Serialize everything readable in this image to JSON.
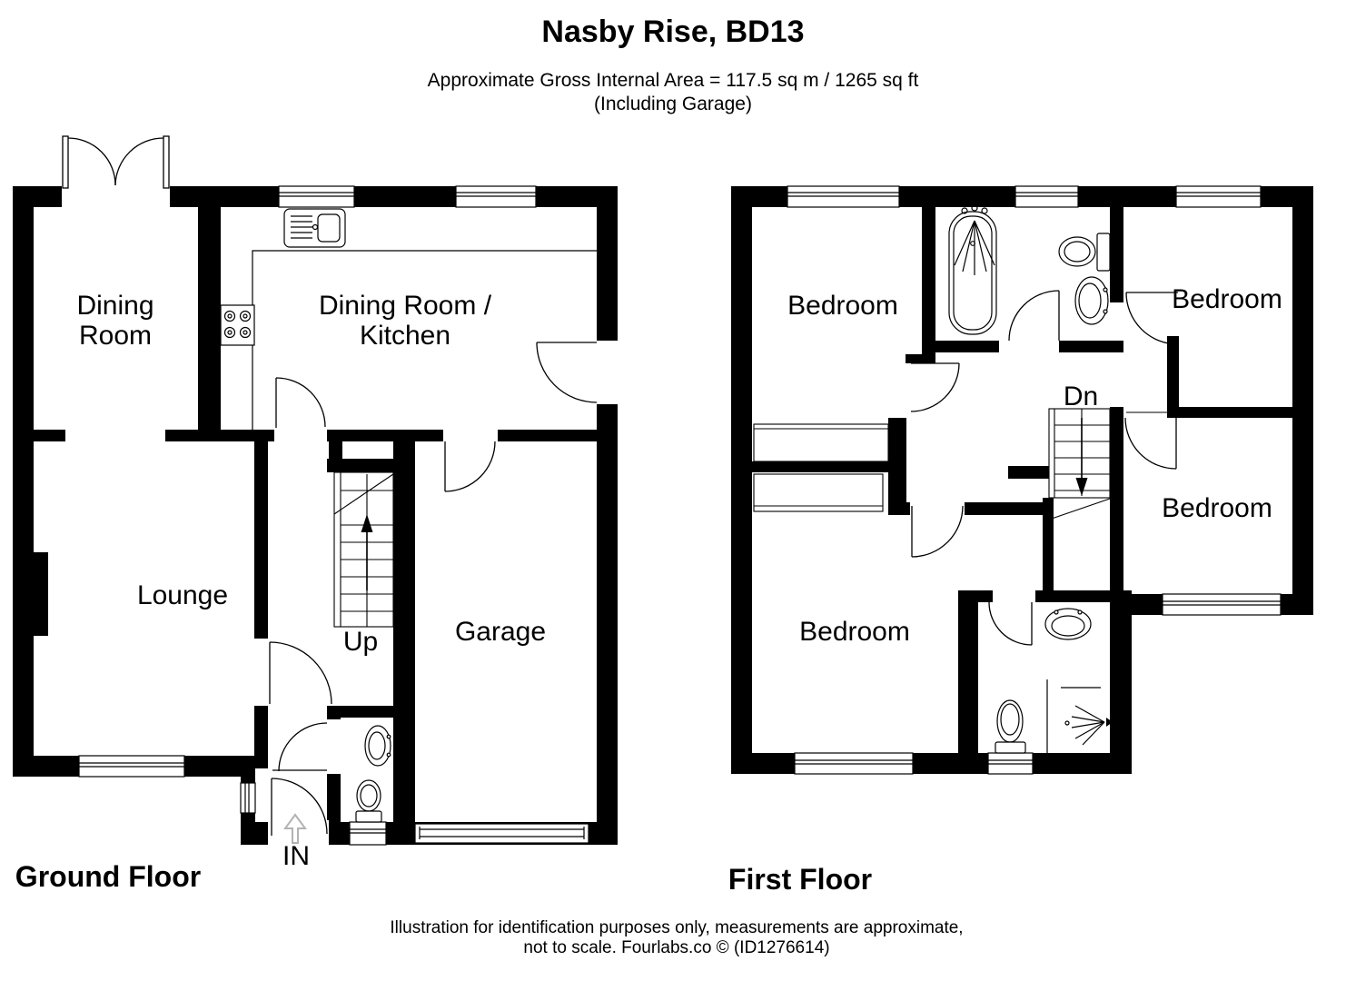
{
  "title": "Nasby Rise, BD13",
  "area_line1": "Approximate Gross Internal Area = 117.5 sq m / 1265 sq ft",
  "area_line2": "(Including Garage)",
  "ground_floor": {
    "label": "Ground Floor",
    "dining_room_line1": "Dining",
    "dining_room_line2": "Room",
    "kitchen_line1": "Dining Room /",
    "kitchen_line2": "Kitchen",
    "lounge": "Lounge",
    "garage": "Garage",
    "stairs": "Up",
    "entrance": "IN"
  },
  "first_floor": {
    "label": "First Floor",
    "bedroom_top_left": "Bedroom",
    "bedroom_top_right": "Bedroom",
    "bedroom_mid_right": "Bedroom",
    "bedroom_bottom_left": "Bedroom",
    "stairs": "Dn"
  },
  "footer": {
    "line1": "Illustration for identification purposes only, measurements are approximate,",
    "line2": "not to scale. Fourlabs.co © (ID1276614)"
  },
  "colors": {
    "wall": "#000000",
    "background": "#ffffff",
    "arrow_gray": "#b3b3b3"
  }
}
